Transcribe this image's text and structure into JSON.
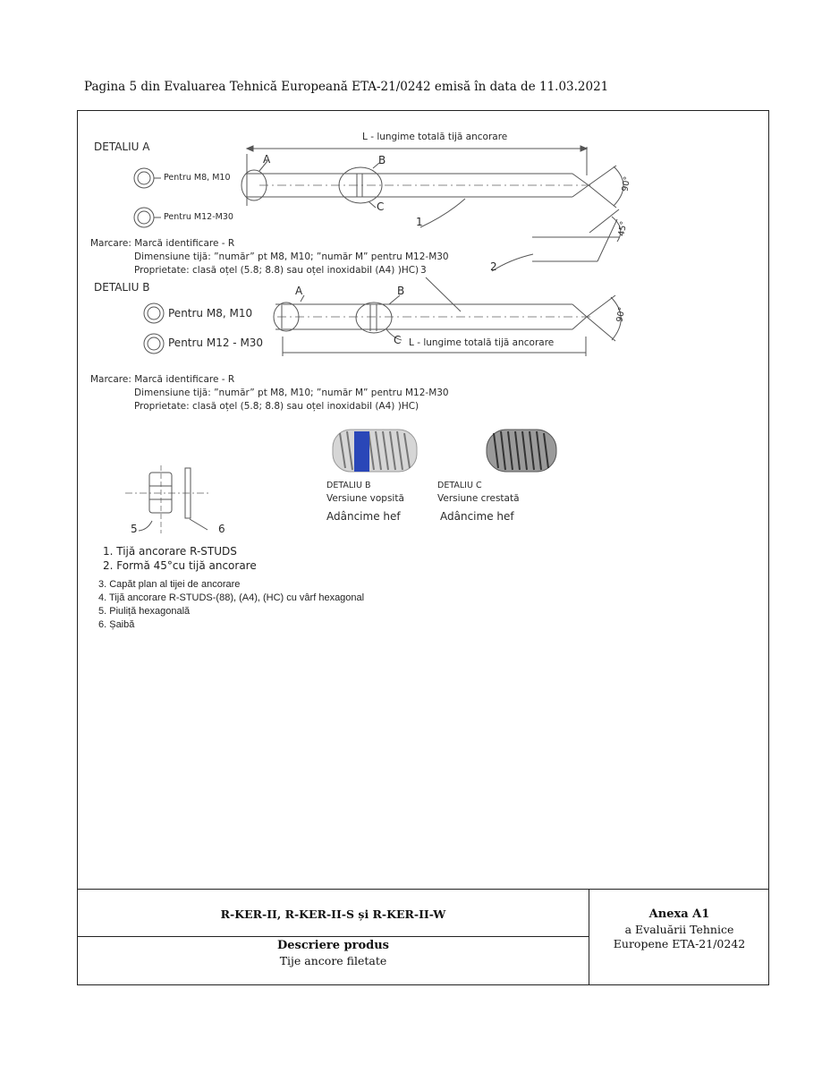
{
  "header": {
    "text": "Pagina 5 din Evaluarea Tehnică Europeană ETA-21/0242 emisă în data de 11.03.2021"
  },
  "drawing": {
    "detaliu_a_title": "DETALIU A",
    "detaliu_a_m8": "Pentru M8, M10",
    "detaliu_a_m12": "Pentru M12-M30",
    "l_label_top": "L - lungime totală tijă ancorare",
    "label_a": "A",
    "label_b": "B",
    "label_c": "C",
    "num_1": "1",
    "num_2": "2",
    "num_3": "3",
    "angle_90": "90°",
    "angle_45": "45°",
    "marcare_a_line1": "Marcare: Marcă identificare - R",
    "marcare_a_line2": "Dimensiune tijă: ”număr” pt M8, M10; ”număr M” pentru M12-M30",
    "marcare_a_line3": "Proprietate: clasă oțel (5.8; 8.8)  sau oțel inoxidabil (A4) )HC)",
    "detaliu_b_title": "DETALIU B",
    "detaliu_b_m8": "Pentru M8, M10",
    "detaliu_b_m12": "Pentru M12 - M30",
    "l_label_bottom": "L - lungime totală tijă ancorare",
    "marcare_b_line1": "Marcare: Marcă identificare - R",
    "marcare_b_line2": "Dimensiune tijă: ”număr” pt M8, M10; ”număr M” pentru M12-M30",
    "marcare_b_line3": "Proprietate: clasă oțel (5.8; 8.8) sau oțel inoxidabil (A4) )HC)",
    "det_b_caption1": "DETALIU B",
    "det_b_caption2": "Versiune vopsită",
    "det_b_caption3": "Adâncime hef",
    "det_c_caption1": "DETALIU C",
    "det_c_caption2": "Versiune crestată",
    "det_c_caption3": "Adâncime hef",
    "num_5": "5",
    "num_6": "6"
  },
  "legend": [
    "1. Tijă ancorare R-STUDS",
    "2. Formă 45°cu tijă ancorare",
    "3. Capăt plan al tijei de ancorare",
    "4. Tijă ancorare R-STUDS-(88), (A4), (HC) cu vârf hexagonal",
    "5. Piuliță hexagonală",
    "6. Șaibă"
  ],
  "footer": {
    "product": "R-KER-II, R-KER-II-S și R-KER-II-W",
    "section_title": "Descriere produs",
    "section_sub": "Tije ancore filetate",
    "annex_title": "Anexa A1",
    "annex_line2": "a Evaluării Tehnice",
    "annex_line3": "Europene ETA-21/0242"
  },
  "colors": {
    "paint_blue": "#2a47b8",
    "line": "#444444"
  }
}
